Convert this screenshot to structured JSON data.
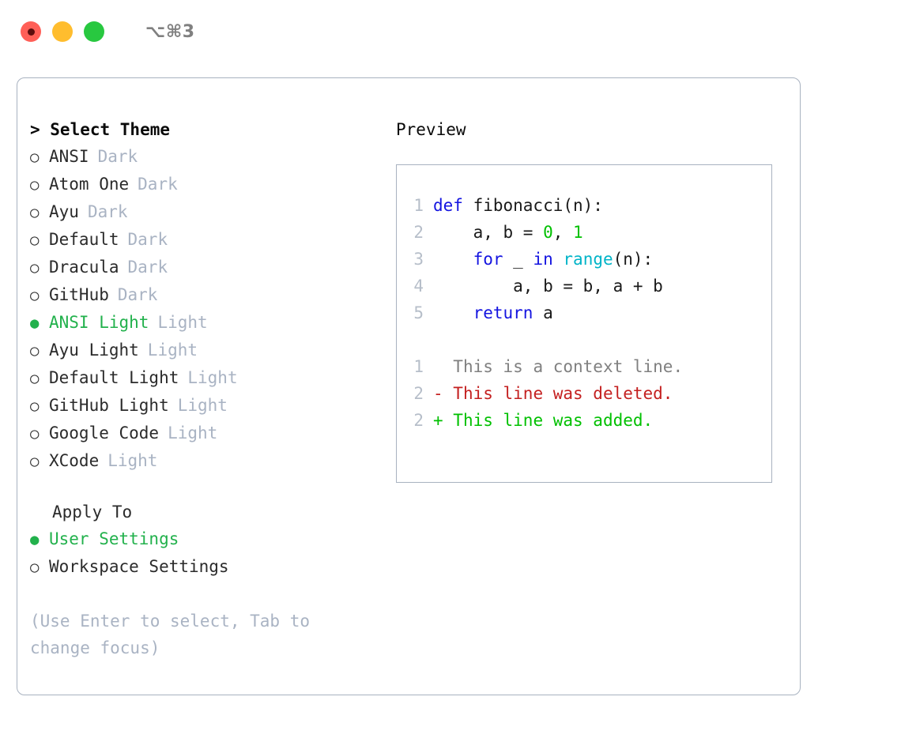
{
  "titlebar": {
    "shortcut": "⌥⌘3",
    "lights": [
      {
        "name": "close",
        "color": "#ff5f57"
      },
      {
        "name": "minimize",
        "color": "#ffbd2e"
      },
      {
        "name": "maximize",
        "color": "#28c840"
      }
    ]
  },
  "theme_picker": {
    "header": "> Select Theme",
    "bullet_unselected": "○",
    "bullet_selected": "●",
    "items": [
      {
        "label": "ANSI",
        "badge": "Dark",
        "selected": false
      },
      {
        "label": "Atom One",
        "badge": "Dark",
        "selected": false
      },
      {
        "label": "Ayu",
        "badge": "Dark",
        "selected": false
      },
      {
        "label": "Default",
        "badge": "Dark",
        "selected": false
      },
      {
        "label": "Dracula",
        "badge": "Dark",
        "selected": false
      },
      {
        "label": "GitHub",
        "badge": "Dark",
        "selected": false
      },
      {
        "label": "ANSI Light",
        "badge": "Light",
        "selected": true
      },
      {
        "label": "Ayu Light",
        "badge": "Light",
        "selected": false
      },
      {
        "label": "Default Light",
        "badge": "Light",
        "selected": false
      },
      {
        "label": "GitHub Light",
        "badge": "Light",
        "selected": false
      },
      {
        "label": "Google Code",
        "badge": "Light",
        "selected": false
      },
      {
        "label": "XCode",
        "badge": "Light",
        "selected": false
      }
    ]
  },
  "apply_to": {
    "header": "Apply To",
    "items": [
      {
        "label": "User Settings",
        "selected": true
      },
      {
        "label": "Workspace Settings",
        "selected": false
      }
    ]
  },
  "hint": "(Use Enter to select, Tab to change focus)",
  "preview": {
    "title": "Preview",
    "code_lines": [
      {
        "lineno": "1",
        "tokens": [
          {
            "t": "def ",
            "k": "kw"
          },
          {
            "t": "fibonacci(n):",
            "k": "plain"
          }
        ]
      },
      {
        "lineno": "2",
        "tokens": [
          {
            "t": "    a, b = ",
            "k": "plain"
          },
          {
            "t": "0",
            "k": "num"
          },
          {
            "t": ", ",
            "k": "plain"
          },
          {
            "t": "1",
            "k": "num"
          }
        ]
      },
      {
        "lineno": "3",
        "tokens": [
          {
            "t": "    ",
            "k": "plain"
          },
          {
            "t": "for",
            "k": "kw"
          },
          {
            "t": " _ ",
            "k": "plain"
          },
          {
            "t": "in",
            "k": "kw"
          },
          {
            "t": " ",
            "k": "plain"
          },
          {
            "t": "range",
            "k": "fn"
          },
          {
            "t": "(n):",
            "k": "plain"
          }
        ]
      },
      {
        "lineno": "4",
        "tokens": [
          {
            "t": "        a, b = b, a + b",
            "k": "plain"
          }
        ]
      },
      {
        "lineno": "5",
        "tokens": [
          {
            "t": "    ",
            "k": "plain"
          },
          {
            "t": "return",
            "k": "kw"
          },
          {
            "t": " a",
            "k": "plain"
          }
        ]
      }
    ],
    "diff_lines": [
      {
        "lineno": "1",
        "marker": "  ",
        "text": "This is a context line.",
        "kind": "ctx"
      },
      {
        "lineno": "2",
        "marker": "- ",
        "text": "This line was deleted.",
        "kind": "del"
      },
      {
        "lineno": "2",
        "marker": "+ ",
        "text": "This line was added.",
        "kind": "add"
      }
    ]
  },
  "colors": {
    "accent_green": "#22b14c",
    "badge_gray": "#a9b3c3",
    "border": "#a8b2c0",
    "keyword_blue": "#1414e0",
    "number_green": "#00c000",
    "builtin_cyan": "#00b4c8",
    "diff_delete_red": "#c42020",
    "diff_add_green": "#00c000",
    "lineno_gray": "#b6bec9"
  }
}
